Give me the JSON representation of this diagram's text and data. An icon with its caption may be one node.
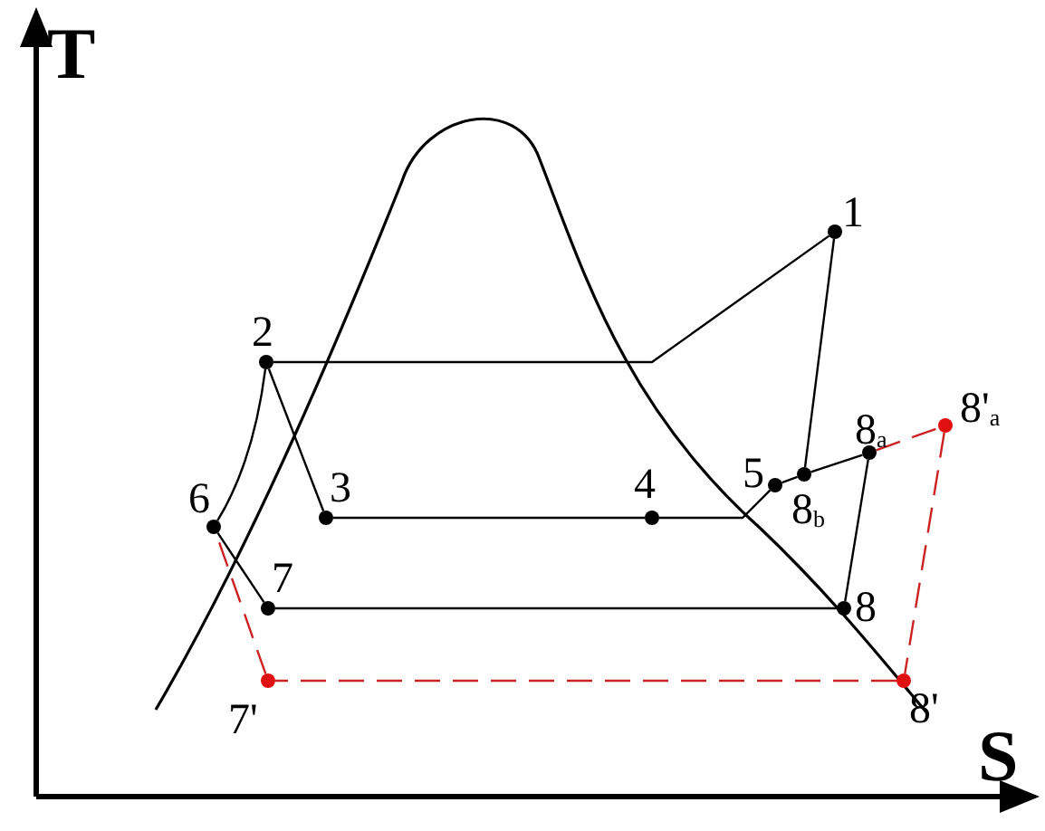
{
  "diagram": {
    "nodes": [
      {
        "text": [],
        "shape": "circle",
        "beside": [
          "1"
        ]
      },
      {
        "text": [],
        "shape": "circle",
        "beside": [
          "2"
        ]
      },
      {
        "text": [],
        "shape": "circle",
        "beside": [
          "3"
        ]
      },
      {
        "text": [],
        "shape": "circle",
        "beside": [
          "4"
        ]
      },
      {
        "text": [],
        "shape": "circle",
        "beside": [
          "5"
        ]
      },
      {
        "text": [],
        "shape": "circle",
        "beside": [
          "8$_{b}$"
        ]
      },
      {
        "text": [],
        "shape": "circle",
        "beside": [
          "8$_{a}$"
        ]
      },
      {
        "text": [],
        "shape": "circle",
        "beside": [
          "8'$_{a}$"
        ]
      },
      {
        "text": [],
        "shape": "circle",
        "beside": [
          "6"
        ]
      },
      {
        "text": [],
        "shape": "circle",
        "beside": [
          "7"
        ]
      },
      {
        "text": [],
        "shape": "circle",
        "beside": [
          "8"
        ]
      },
      {
        "text": [],
        "shape": "circle",
        "beside": [
          "7'"
        ]
      },
      {
        "text": [],
        "shape": "circle",
        "beside": [
          "8'"
        ]
      }
    ],
    "edges": [
      {
        "from": 1,
        "to": 0,
        "arrow": "none"
      },
      {
        "from": 0,
        "to": 5,
        "arrow": "none"
      },
      {
        "from": 1,
        "to": 2,
        "arrow": "none"
      },
      {
        "from": 2,
        "to": 3,
        "arrow": "none"
      },
      {
        "from": 3,
        "to": 4,
        "arrow": "none"
      },
      {
        "from": 4,
        "to": 5,
        "arrow": "none"
      },
      {
        "from": 5,
        "to": 6,
        "arrow": "none"
      },
      {
        "from": 6,
        "to": 10,
        "arrow": "none"
      },
      {
        "from": 6,
        "to": 7,
        "arrow": "none",
        "style": "dashed",
        "color": "#cc2222"
      },
      {
        "from": 7,
        "to": 12,
        "arrow": "none",
        "style": "dashed",
        "color": "#cc2222"
      },
      {
        "from": 12,
        "to": 11,
        "arrow": "none",
        "style": "dashed",
        "color": "#cc2222"
      },
      {
        "from": 11,
        "to": 8,
        "arrow": "none",
        "style": "dashed",
        "color": "#cc2222"
      },
      {
        "from": 1,
        "to": 8,
        "arrow": "none"
      },
      {
        "from": 8,
        "to": 9,
        "arrow": "none"
      },
      {
        "from": 9,
        "to": 10,
        "arrow": "none"
      }
    ],
    "labels": [
      "T",
      "S"
    ]
  }
}
